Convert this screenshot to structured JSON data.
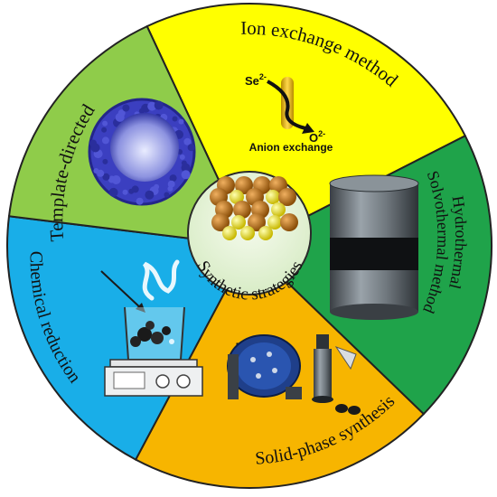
{
  "center": {
    "label": "Synthetic strategies"
  },
  "sectors": [
    {
      "id": "ion-exchange",
      "label": "Ion exchange method",
      "color": "#ffff00",
      "annotations": {
        "selenide": "Se",
        "selenide_charge": "2-",
        "oxide": "O",
        "oxide_charge": "2-",
        "caption": "Anion exchange"
      }
    },
    {
      "id": "hydrothermal",
      "label_line1": "Hydrothermal",
      "label_line2": "Solvothermal method",
      "color": "#1fa34a"
    },
    {
      "id": "solid-phase",
      "label": "Solid-phase synthesis",
      "color": "#f7b500"
    },
    {
      "id": "chemical-reduction",
      "label": "Chemical reduction",
      "color": "#19aee8"
    },
    {
      "id": "template-directed",
      "label": "Template-directed",
      "color": "#8fcc4a"
    }
  ],
  "colors": {
    "outline": "#222222",
    "arrow_gold": "#e7b416",
    "sphere_shell": "#3b3fc0",
    "atom_brown": "#b36b12",
    "atom_yellow": "#f2e600"
  }
}
